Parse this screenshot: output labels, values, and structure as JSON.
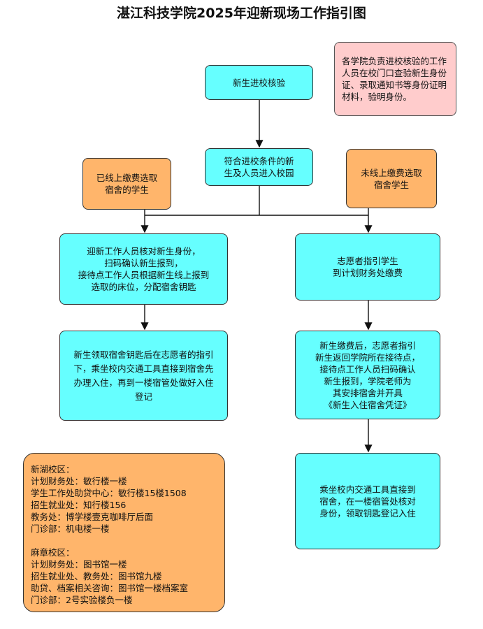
{
  "title": "湛江科技学院2025年迎新现场工作指引图",
  "nodes": {
    "check": "新生进校核验",
    "note": "各学院负责进校核验的工作人员在校门口查验新生身份证、录取通知书等身份证明材料，验明身份。",
    "enter": "符合进校条件的新\n生及人员进入校园",
    "paid": "已线上缴费选取\n宿舍的学生",
    "unpaid": "未线上缴费选取\n宿舍学生",
    "verify": "迎新工作人员核对新生身份，\n扫码确认新生报到，\n接待点工作人员根据新生线上报到\n选取的床位，分配宿舍钥匙",
    "guide_pay": "志愿者指引学生\n到计划财务处缴费",
    "get_key": "新生领取宿舍钥匙后在志愿者的指引下，乘坐校内交通工具直接到宿舍先办理入住，再到一楼宿管处做好入住登记",
    "after_pay": "新生缴费后，志愿者指引\n新生返回学院所在接待点，\n接待点工作人员扫码确认\n新生报到，学院老师为\n其安排宿舍并开具\n《新生入住宿舍凭证》",
    "checkin": "乘坐校内交通工具直接到\n宿舍，在一楼宿管处核对\n身份，领取钥匙登记入住"
  },
  "info": "新湖校区：\n计划财务处：敏行楼一楼\n学生工作处助贷中心：敏行楼15楼1508\n招生就业处：知行楼156\n教务处：博学楼壹克咖啡厅后面\n门诊部：机电楼一楼\n\n麻章校区：\n计划财务处：图书馆一楼\n招生就业处、教务处：图书馆九楼\n助贷、档案相关咨询：图书馆一楼档案室\n门诊部：2号实验楼负一楼"
}
